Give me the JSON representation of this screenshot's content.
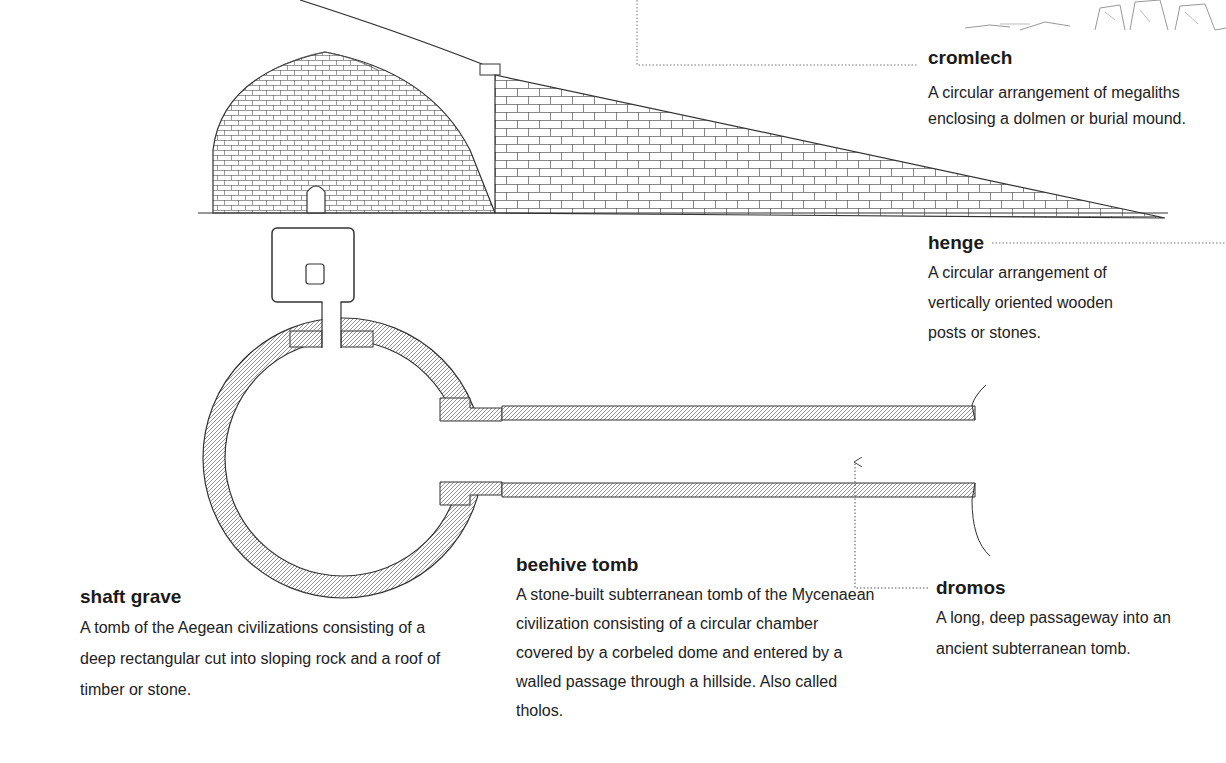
{
  "diagram": {
    "labels": [
      "cromlech",
      "A circular arrangement of megaliths enclosing a dolmen or burial mound.",
      "henge",
      "A circular arrangement of vertically oriented wooden posts or stones.",
      "shaft grave",
      "A tomb of the Aegean civilizations consisting of a deep rectangular cut into sloping rock and a roof of timber or stone.",
      "beehive tomb",
      "A stone-built subterranean tomb of the Mycenaean civilization consisting of a circular chamber covered by a corbeled dome and entered by a walled passage through a hillside. Also called tholos.",
      "dromos",
      "A long, deep passageway into an ancient subterranean tomb."
    ]
  }
}
